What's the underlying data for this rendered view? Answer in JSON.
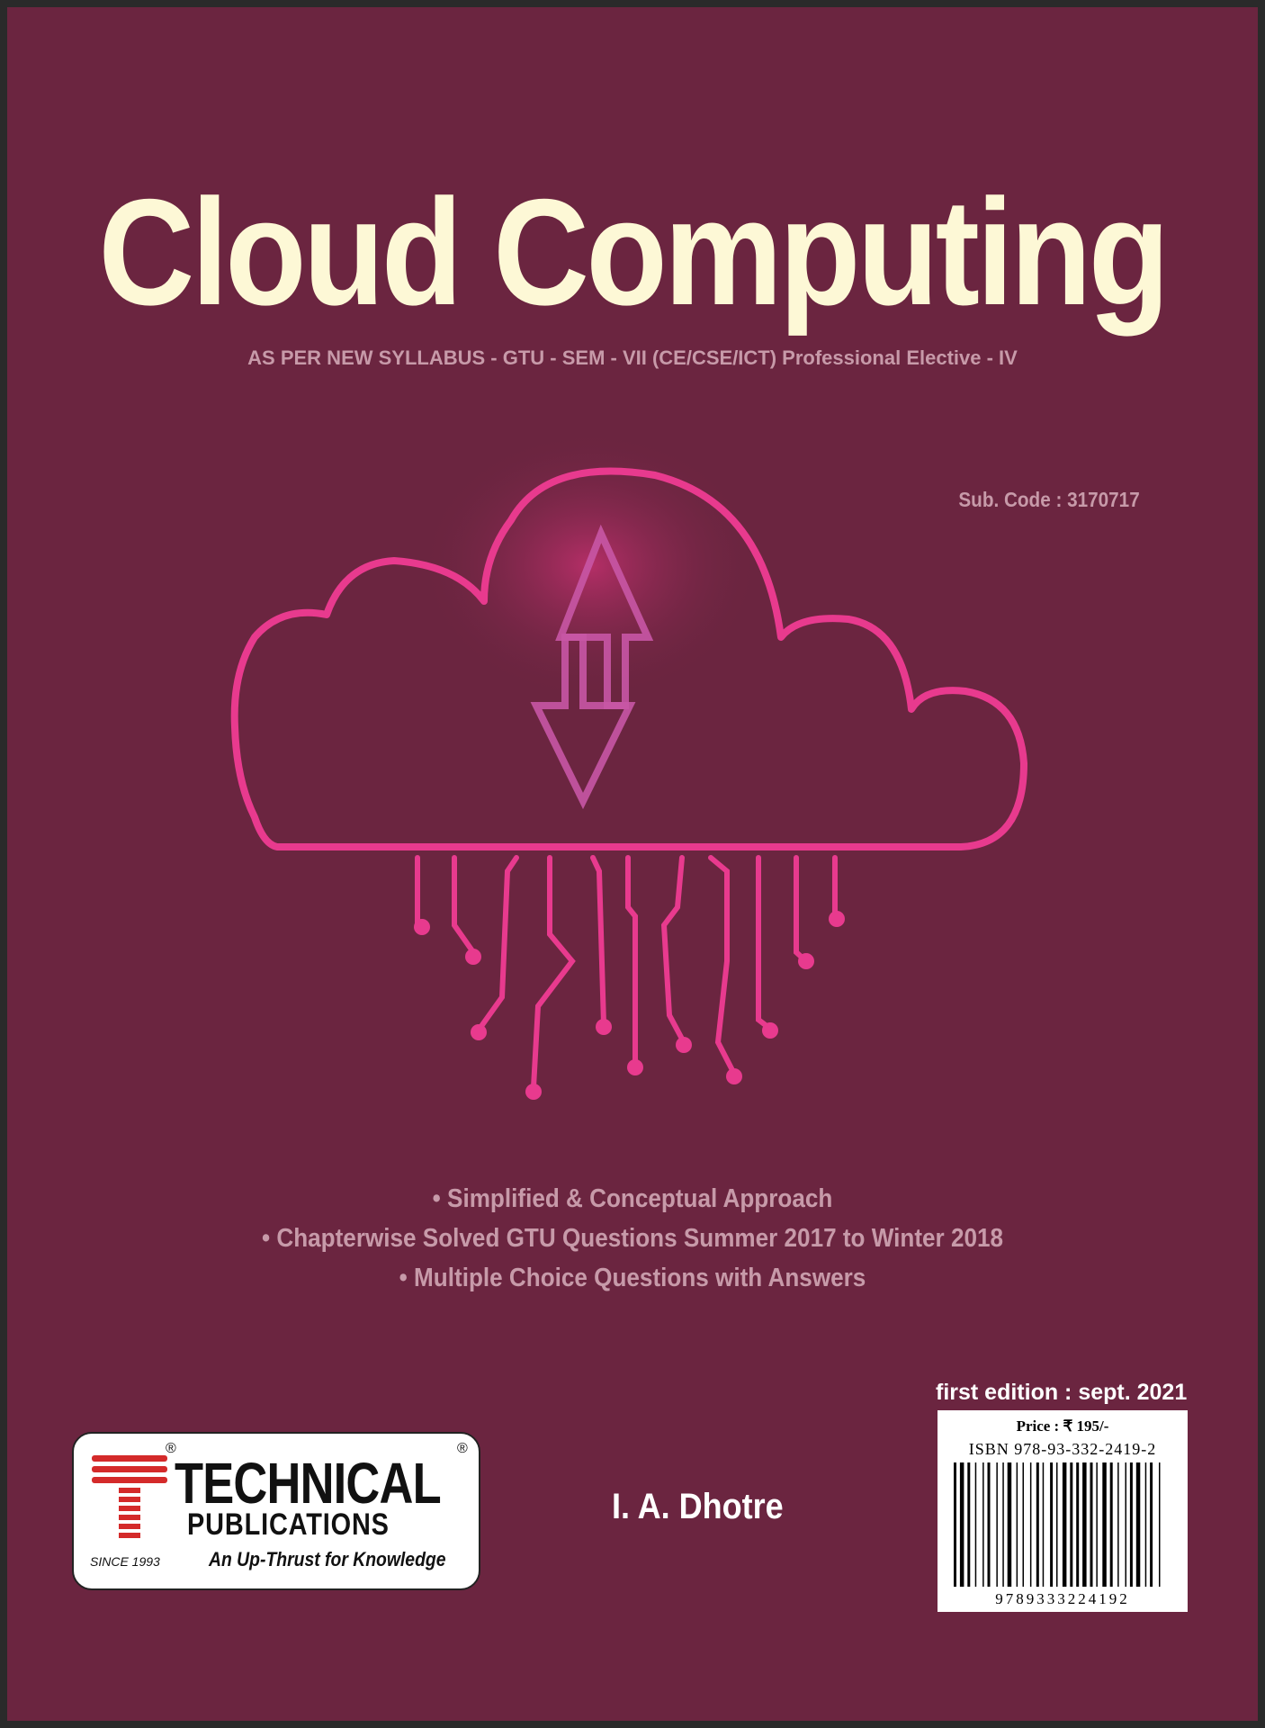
{
  "cover": {
    "title": "Cloud Computing",
    "syllabus": "AS PER NEW SYLLABUS - GTU - SEM - VII (CE/CSE/ICT) Professional Elective - IV",
    "sub_code": "Sub. Code : 3170717",
    "features": [
      "• Simplified & Conceptual Approach",
      "• Chapterwise Solved  GTU Questions Summer 2017 to Winter 2018",
      "• Multiple Choice Questions with Answers"
    ],
    "edition": "first edition : sept. 2021",
    "price": "Price : ₹  195/-",
    "isbn": "ISBN  978-93-332-2419-2",
    "barcode_number": "9789333224192",
    "author": "I. A. Dhotre"
  },
  "publisher": {
    "name": "TECHNICAL",
    "subname": "PUBLICATIONS",
    "registered": "®",
    "since": "SINCE 1993",
    "tagline": "An Up-Thrust for Knowledge"
  },
  "colors": {
    "background": "#6b2540",
    "title": "#fdf8d6",
    "accent_pink": "#e83a8e",
    "muted_text": "#c79aa9"
  },
  "icons": [
    "cloud-icon",
    "up-down-arrows-icon",
    "circuit-lines-icon",
    "publisher-logo-icon",
    "barcode-icon"
  ]
}
